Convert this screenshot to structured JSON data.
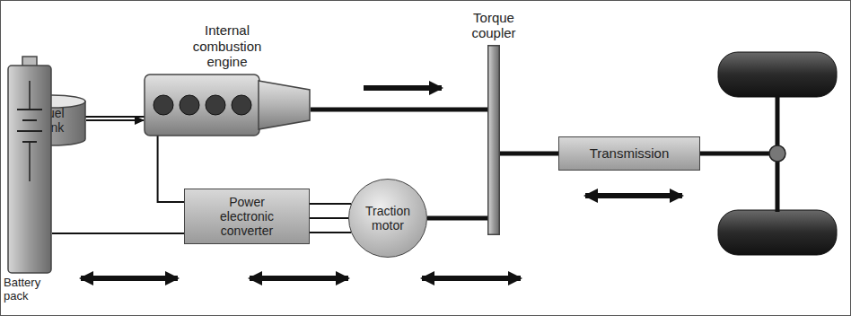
{
  "diagram": {
    "nodes": [
      {
        "text": [
          "Internal combustion engine"
        ]
      },
      {
        "text": [
          "Fuel tank"
        ]
      },
      {
        "text": [
          "Torque coupler"
        ]
      },
      {
        "text": [
          "Transmission"
        ]
      },
      {
        "text": [
          "Power electronic converter"
        ]
      },
      {
        "text": [
          "Traction motor"
        ]
      },
      {
        "text": [
          "Battery pack"
        ]
      }
    ],
    "edges": [
      {
        "from": 1,
        "to": 0,
        "arrow": "to"
      },
      {
        "from": 0,
        "to": 2,
        "arrow": "none"
      },
      {
        "from": 5,
        "to": 2,
        "arrow": "none"
      },
      {
        "from": 2,
        "to": 3,
        "arrow": "none"
      },
      {
        "from": 6,
        "to": 4,
        "arrow": "none"
      },
      {
        "from": 4,
        "to": 5,
        "arrow": "none"
      }
    ]
  }
}
